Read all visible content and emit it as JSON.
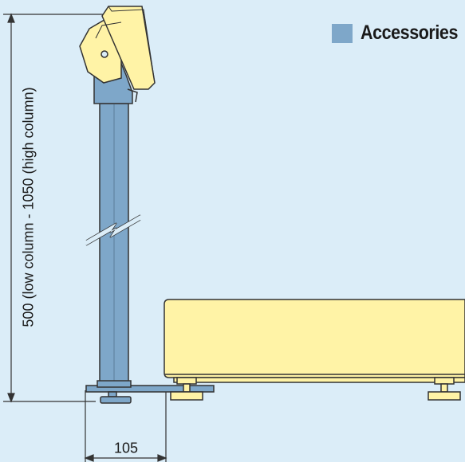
{
  "legend": {
    "label": "Accessories",
    "swatch_color": "#7ea7c9"
  },
  "dimensions": {
    "height_label": "500 (low column - 1050 (high column)",
    "width_label": "105"
  },
  "colors": {
    "background": "#dbedf8",
    "column": "#7ea7c9",
    "platform": "#fff3a6",
    "outline": "#333333"
  }
}
